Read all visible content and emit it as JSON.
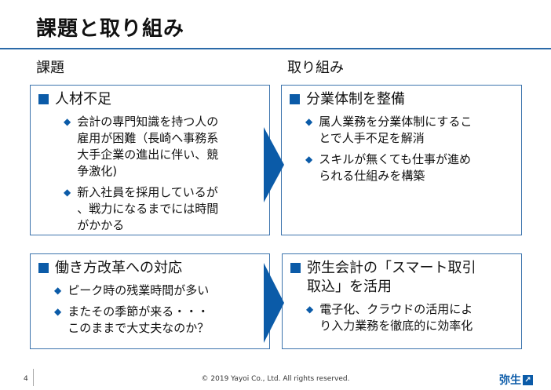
{
  "title": "課題と取り組み",
  "columns": {
    "left": "課題",
    "right": "取り組み"
  },
  "boxes": [
    {
      "heading": "人材不足",
      "items": [
        "会計の専門知識を持つ人の\n雇用が困難（長崎へ事務系\n大手企業の進出に伴い、競\n争激化)",
        "新入社員を採用しているが\n、戦力になるまでには時間\nがかかる"
      ]
    },
    {
      "heading": "分業体制を整備",
      "items": [
        "属人業務を分業体制にするこ\nとで人手不足を解消",
        "スキルが無くても仕事が進め\nられる仕組みを構築"
      ]
    },
    {
      "heading": "働き方改革への対応",
      "items": [
        "ピーク時の残業時間が多い",
        "またその季節が来る・・・\nこのままで大丈夫なのか？"
      ]
    },
    {
      "heading": "弥生会計の「スマート取引\n取込」を活用",
      "items": [
        "電子化、クラウドの活用によ\nり入力業務を徹底的に効率化"
      ]
    }
  ],
  "footer": {
    "page": "4",
    "copyright": "© 2019 Yayoi Co., Ltd.  All rights reserved.",
    "logo": "弥生",
    "logo_mark": "↗"
  },
  "colors": {
    "accent": "#0b5ba8",
    "border": "#3d74ad"
  }
}
